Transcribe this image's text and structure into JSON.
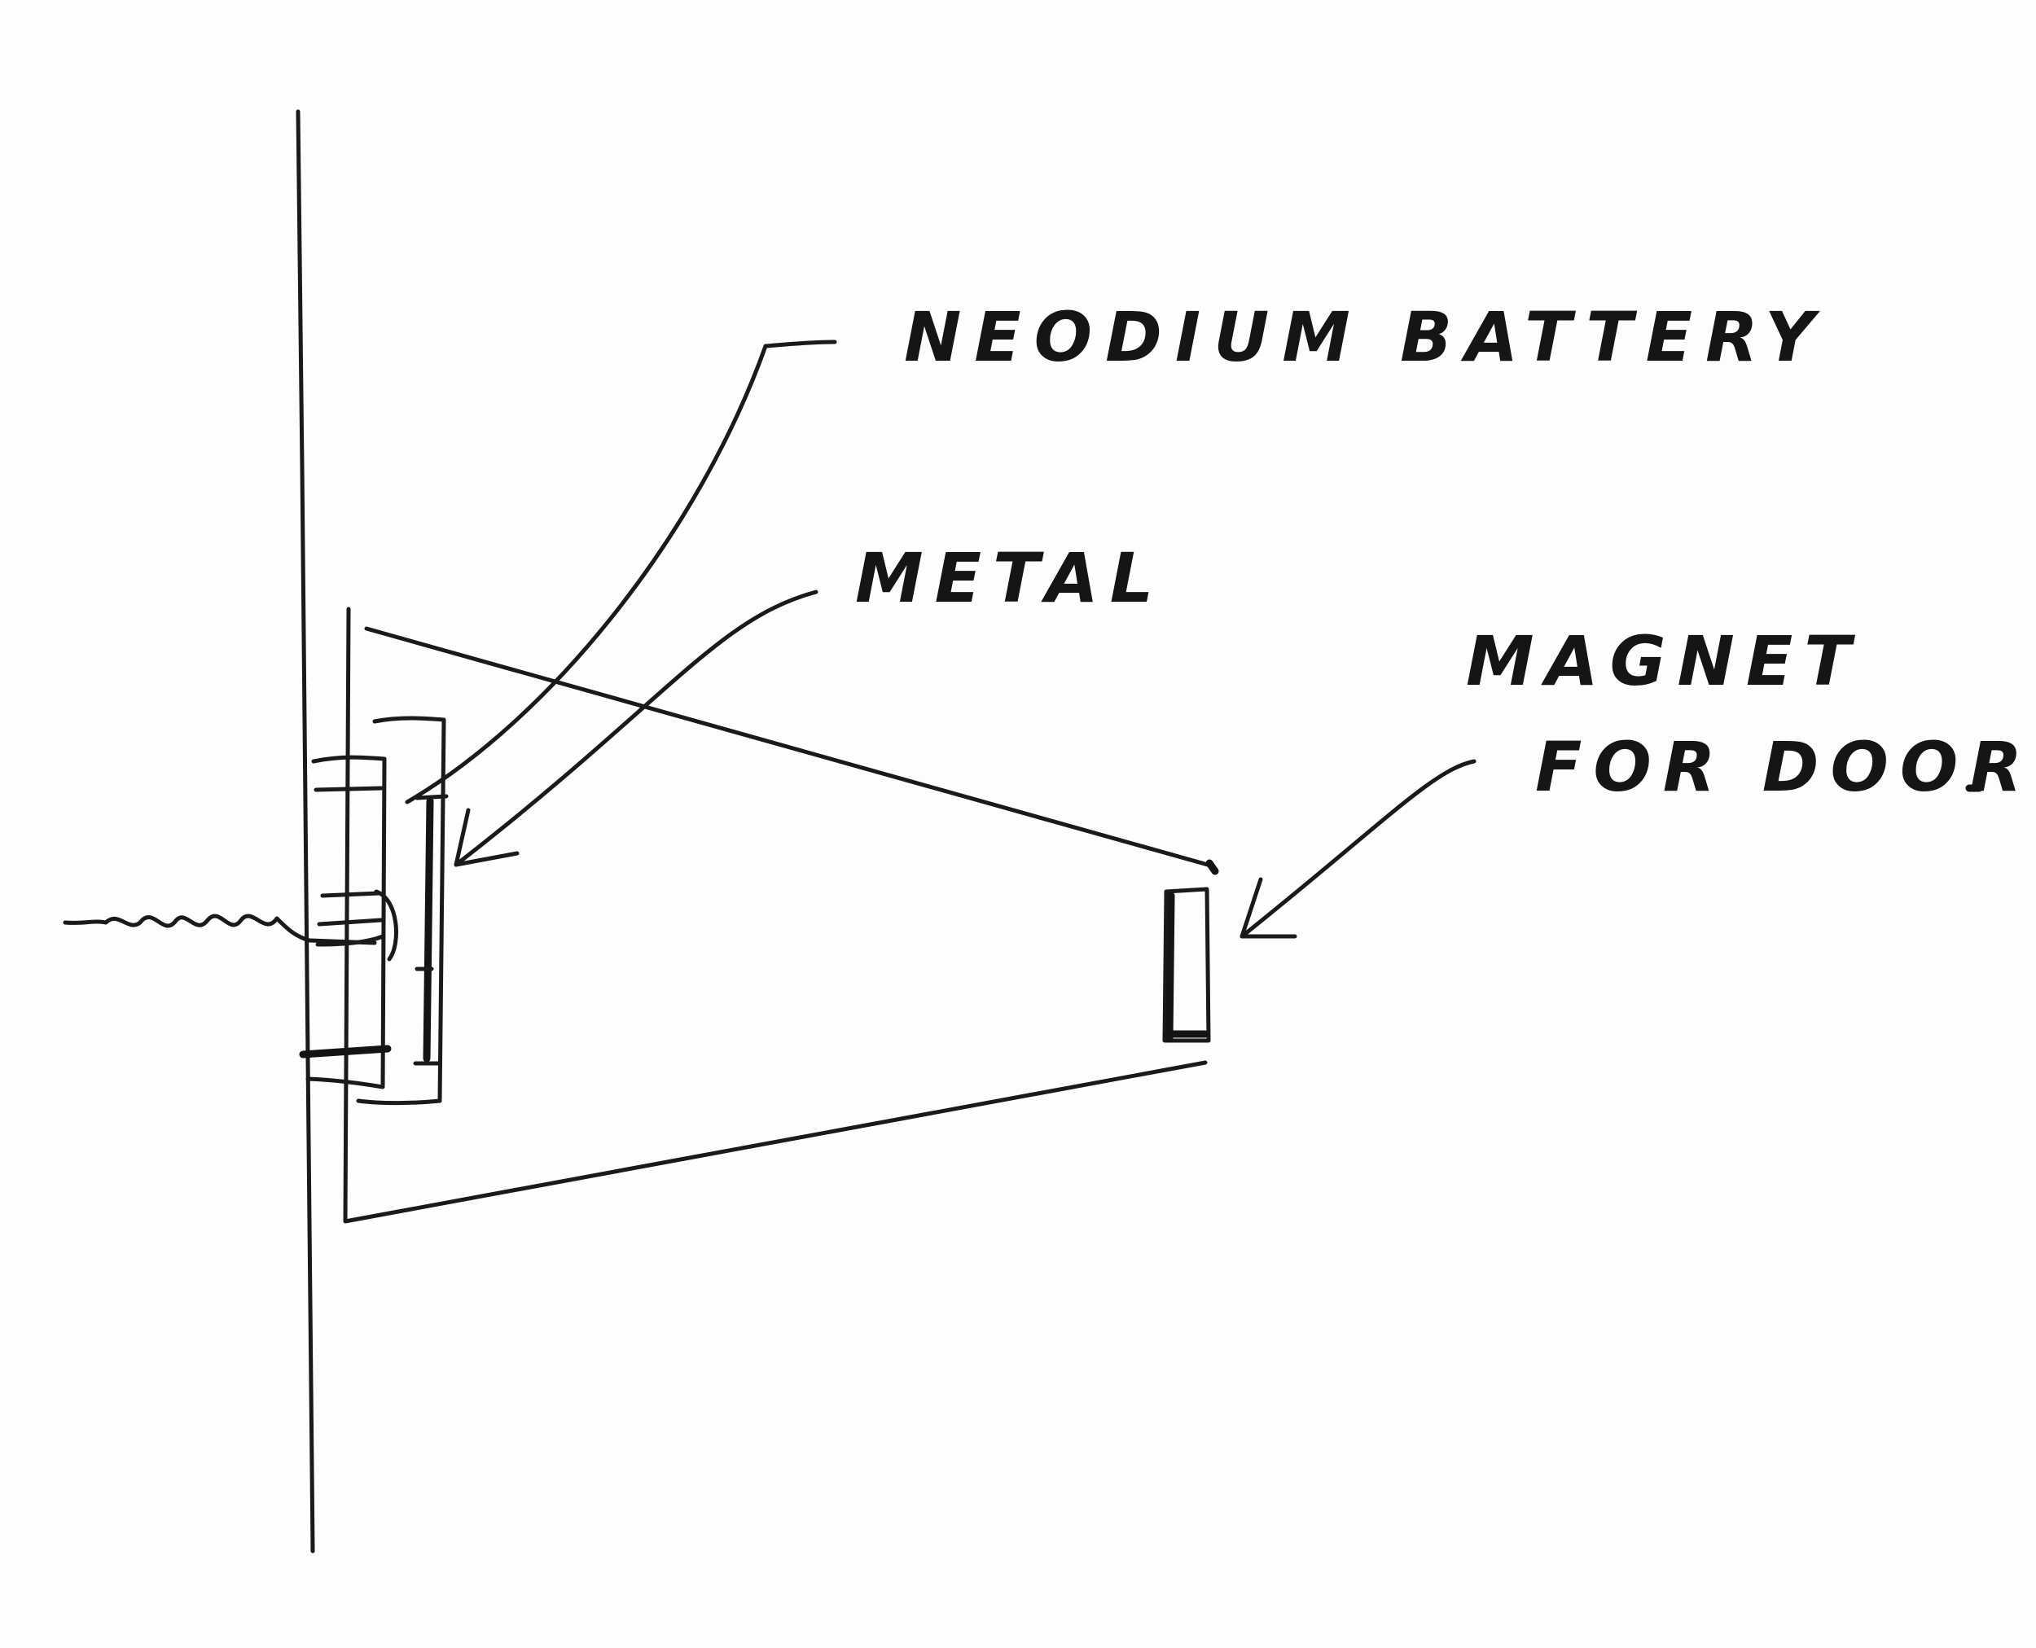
{
  "diagram": {
    "labels": {
      "neodium": "NEODIUM BATTERY",
      "metal": "METAL",
      "magnet_line1": "MAGNET",
      "magnet_line2": "FOR DOOR."
    },
    "ink_color": "#1a1a1a",
    "paper_color": "#fdfdfd"
  }
}
